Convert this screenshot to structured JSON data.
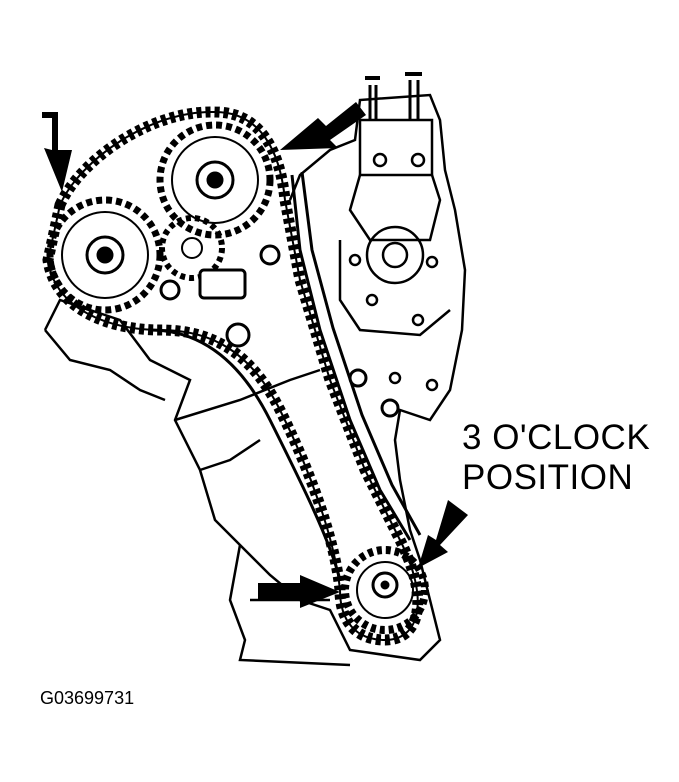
{
  "callout": {
    "line1": "3 O'CLOCK",
    "line2": "POSITION"
  },
  "figure_id": "G03699731",
  "colors": {
    "ink": "#000000",
    "paper": "#ffffff"
  }
}
